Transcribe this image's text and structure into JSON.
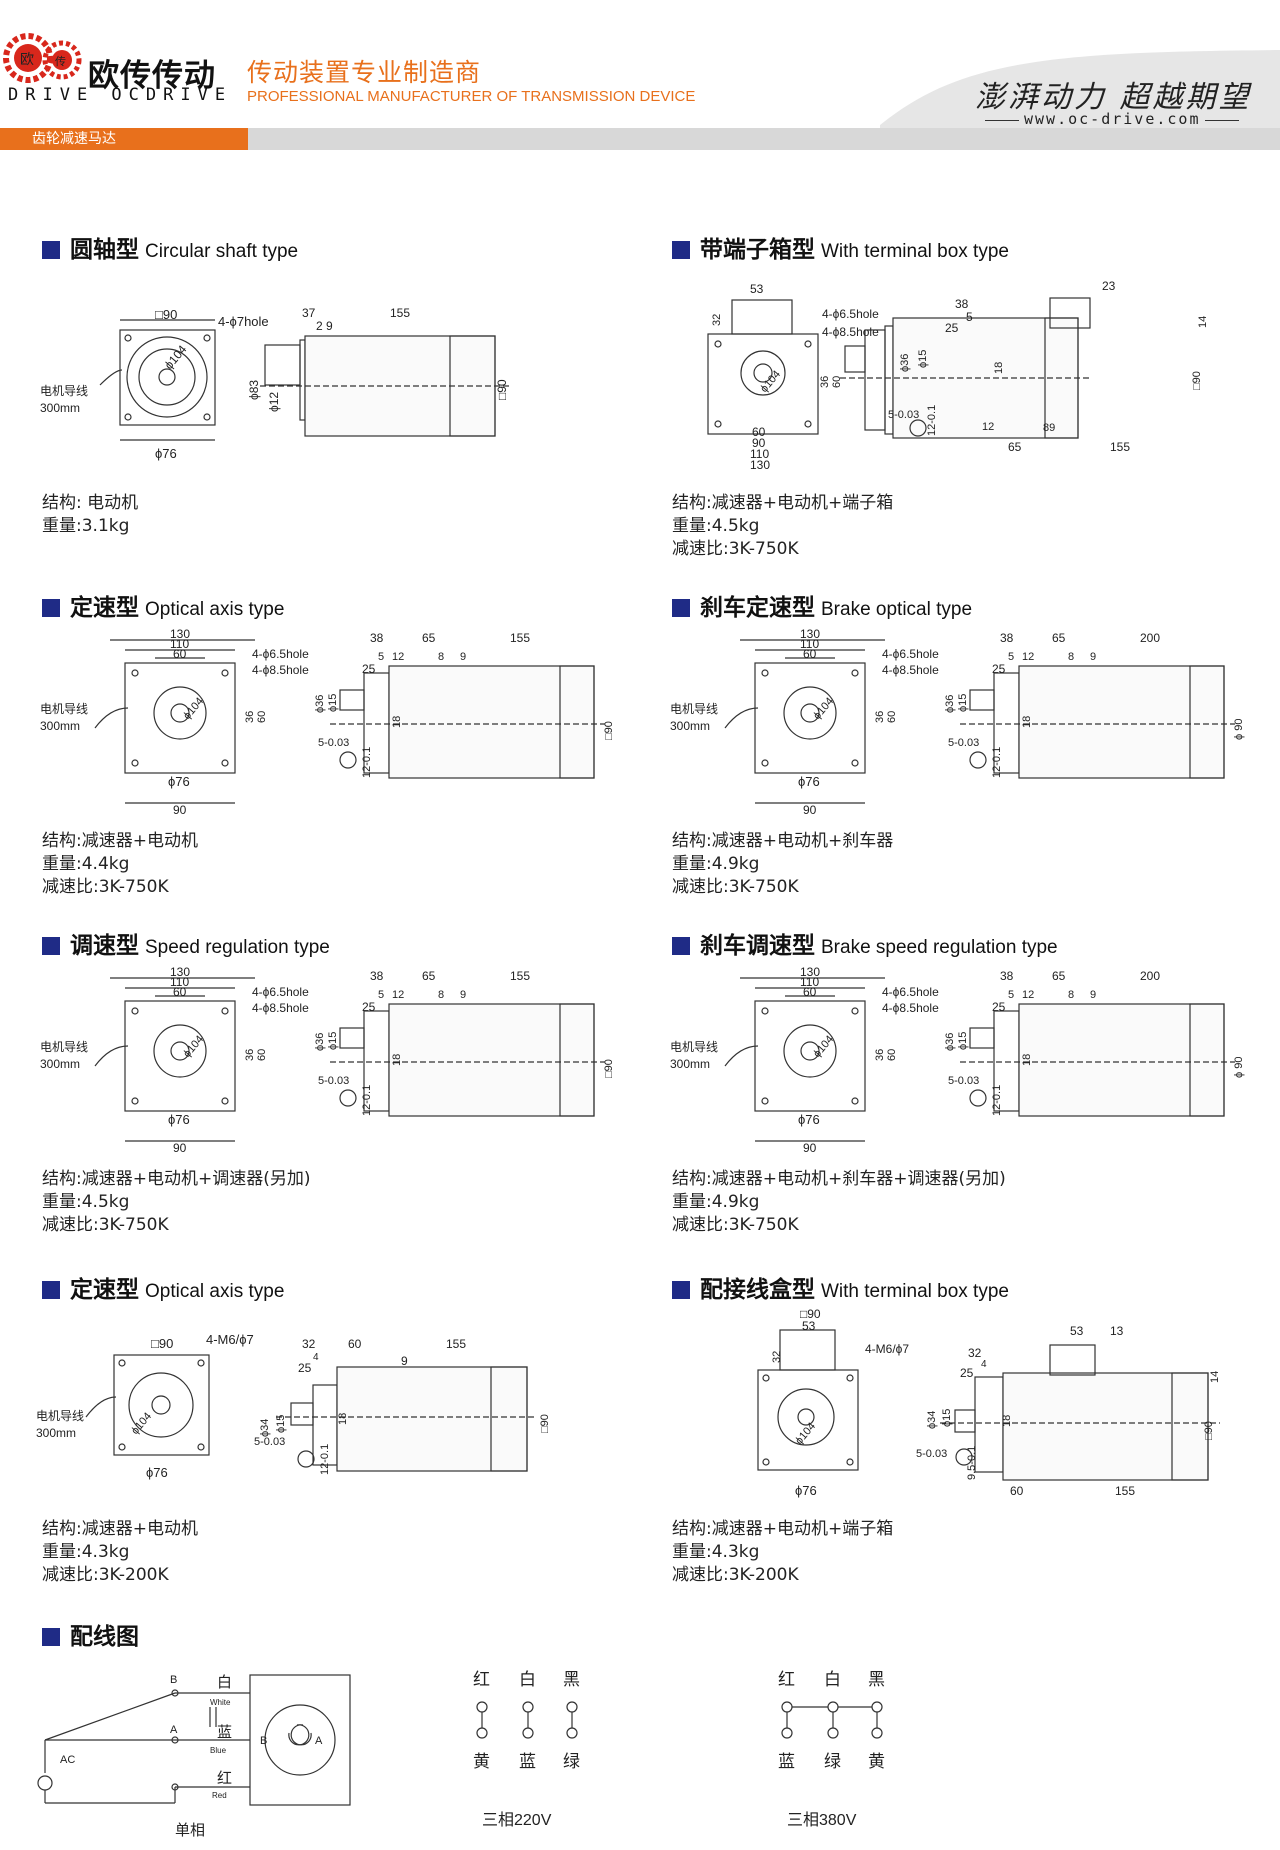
{
  "header": {
    "logo_cn": "欧传传动",
    "logo_en": "DRIVE OCDRIVE",
    "logo_badge_left": "欧",
    "logo_badge_right": "传",
    "tagline_cn": "传动装置专业制造商",
    "tagline_en": "PROFESSIONAL MANUFACTURER OF TRANSMISSION DEVICE",
    "slogan": "澎湃动力 超越期望",
    "website": "www.oc-drive.com",
    "category_tab": "齿轮减速马达",
    "colors": {
      "accent": "#e8701c",
      "section_marker": "#1f2b86",
      "rule": "#d8d8d8"
    }
  },
  "sections": [
    {
      "title_cn": "圆轴型",
      "title_en": "Circular shaft type",
      "specs": [
        "结构: 电动机",
        "重量:3.1kg"
      ],
      "dims": {
        "square": "□90",
        "holes": "4-ϕ7hole",
        "lead": "电机导线",
        "lead_len": "300mm",
        "pcd": "ϕ104",
        "base": "ϕ76",
        "d1": "37",
        "d2": "2",
        "d3": "9",
        "d4": "155",
        "shaft": "ϕ83",
        "shaft2": "ϕ12",
        "body": "□90"
      }
    },
    {
      "title_cn": "带端子箱型",
      "title_en": "With terminal box type",
      "specs": [
        "结构:减速器+电动机+端子箱",
        "重量:4.5kg",
        "减速比:3K-750K"
      ],
      "dims": {
        "top1": "53",
        "top2": "23",
        "holes1": "4-ϕ6.5hole",
        "holes2": "4-ϕ8.5hole",
        "pcd": "ϕ104",
        "h1": "32",
        "v1": "36",
        "v2": "60",
        "b1": "60",
        "b2": "90",
        "b3": "110",
        "b4": "130",
        "d38": "38",
        "d25": "25",
        "d5": "5",
        "d14": "14",
        "shaft": "ϕ36",
        "shaft2": "ϕ15",
        "key": "18",
        "tol": "5-0.03",
        "tol2": "12-0.1",
        "d12": "12",
        "d65": "65",
        "d89": "89",
        "d155": "155",
        "body": "□90"
      }
    },
    {
      "title_cn": "定速型",
      "title_en": "Optical axis type",
      "specs": [
        "结构:减速器+电动机",
        "重量:4.4kg",
        "减速比:3K-750K"
      ],
      "dims": {
        "top1": "130",
        "top2": "110",
        "top3": "60",
        "holes1": "4-ϕ6.5hole",
        "holes2": "4-ϕ8.5hole",
        "lead": "电机导线",
        "lead_len": "300mm",
        "pcd": "ϕ104",
        "v1": "36",
        "v2": "60",
        "base": "ϕ76",
        "bot": "90",
        "d38": "38",
        "d65": "65",
        "d155": "155",
        "d5": "5",
        "d12": "12",
        "d8": "8",
        "d9": "9",
        "d25": "25",
        "shaft": "ϕ36",
        "shaft2": "ϕ15",
        "key": "18",
        "tol": "5-0.03",
        "tol2": "12-0.1",
        "body": "□90"
      }
    },
    {
      "title_cn": "刹车定速型",
      "title_en": "Brake optical type",
      "specs": [
        "结构:减速器+电动机+刹车器",
        "重量:4.9kg",
        "减速比:3K-750K"
      ],
      "dims": {
        "top1": "130",
        "top2": "110",
        "top3": "60",
        "holes1": "4-ϕ6.5hole",
        "holes2": "4-ϕ8.5hole",
        "lead": "电机导线",
        "lead_len": "300mm",
        "pcd": "ϕ104",
        "v1": "36",
        "v2": "60",
        "base": "ϕ76",
        "bot": "90",
        "d38": "38",
        "d65": "65",
        "d155": "200",
        "d5": "5",
        "d12": "12",
        "d8": "8",
        "d9": "9",
        "d25": "25",
        "shaft": "ϕ36",
        "shaft2": "ϕ15",
        "key": "18",
        "tol": "5-0.03",
        "tol2": "12-0.1",
        "body": "ϕ 90"
      }
    },
    {
      "title_cn": "调速型",
      "title_en": "Speed regulation type",
      "specs": [
        "结构:减速器+电动机+调速器(另加)",
        "重量:4.5kg",
        "减速比:3K-750K"
      ],
      "dims": {
        "top1": "130",
        "top2": "110",
        "top3": "60",
        "holes1": "4-ϕ6.5hole",
        "holes2": "4-ϕ8.5hole",
        "lead": "电机导线",
        "lead_len": "300mm",
        "pcd": "ϕ104",
        "v1": "36",
        "v2": "60",
        "base": "ϕ76",
        "bot": "90",
        "d38": "38",
        "d65": "65",
        "d155": "155",
        "d5": "5",
        "d12": "12",
        "d8": "8",
        "d9": "9",
        "d25": "25",
        "shaft": "ϕ36",
        "shaft2": "ϕ15",
        "key": "18",
        "tol": "5-0.03",
        "tol2": "12-0.1",
        "body": "□90"
      }
    },
    {
      "title_cn": "刹车调速型",
      "title_en": "Brake speed regulation type",
      "specs": [
        "结构:减速器+电动机+刹车器+调速器(另加)",
        "重量:4.9kg",
        "减速比:3K-750K"
      ],
      "dims": {
        "top1": "130",
        "top2": "110",
        "top3": "60",
        "holes1": "4-ϕ6.5hole",
        "holes2": "4-ϕ8.5hole",
        "lead": "电机导线",
        "lead_len": "300mm",
        "pcd": "ϕ104",
        "v1": "36",
        "v2": "60",
        "base": "ϕ76",
        "bot": "90",
        "d38": "38",
        "d65": "65",
        "d155": "200",
        "d5": "5",
        "d12": "12",
        "d8": "8",
        "d9": "9",
        "d25": "25",
        "shaft": "ϕ36",
        "shaft2": "ϕ15",
        "key": "18",
        "tol": "5-0.03",
        "tol2": "12-0.1",
        "body": "ϕ 90"
      }
    },
    {
      "title_cn": "定速型",
      "title_en": "Optical axis type",
      "specs": [
        "结构:减速器+电动机",
        "重量:4.3kg",
        "减速比:3K-200K"
      ],
      "dims": {
        "square": "□90",
        "holes": "4-M6/ϕ7",
        "lead": "电机导线",
        "lead_len": "300mm",
        "pcd": "ϕ104",
        "base": "ϕ76",
        "d32": "32",
        "d60": "60",
        "d155": "155",
        "d4": "4",
        "d25": "25",
        "d9": "9",
        "shaft": "ϕ34",
        "shaft2": "ϕ15",
        "key": "18",
        "tol": "5-0.03",
        "tol2": "12-0.1",
        "body": "□90"
      }
    },
    {
      "title_cn": "配接线盒型",
      "title_en": "With terminal box type",
      "specs": [
        "结构:减速器+电动机+端子箱",
        "重量:4.3kg",
        "减速比:3K-200K"
      ],
      "dims": {
        "square": "□90",
        "top1": "53",
        "h1": "32",
        "holes": "4-M6/ϕ7",
        "pcd": "ϕ104",
        "base": "ϕ76",
        "d53": "53",
        "d13": "13",
        "d32": "32",
        "d4": "4",
        "d25": "25",
        "d14": "14",
        "shaft": "ϕ34",
        "shaft2": "ϕ15",
        "key": "18",
        "tol": "5-0.03",
        "tol2": "9.5-0.1",
        "d60": "60",
        "d155": "155",
        "body": "□90"
      }
    }
  ],
  "wiring": {
    "title": "配线图",
    "single_phase": {
      "caption": "单相",
      "b": "B",
      "a": "A",
      "ac": "AC",
      "white_cn": "白",
      "white_en": "White",
      "blue_cn": "蓝",
      "blue_en": "Blue",
      "red_cn": "红",
      "red_en": "Red",
      "motor_b": "B",
      "motor_a": "A"
    },
    "three_phase_220": {
      "caption": "三相220V",
      "top": [
        "红",
        "白",
        "黑"
      ],
      "bottom": [
        "黄",
        "蓝",
        "绿"
      ]
    },
    "three_phase_380": {
      "caption": "三相380V",
      "top": [
        "红",
        "白",
        "黑"
      ],
      "bottom": [
        "蓝",
        "绿",
        "黄"
      ]
    }
  }
}
